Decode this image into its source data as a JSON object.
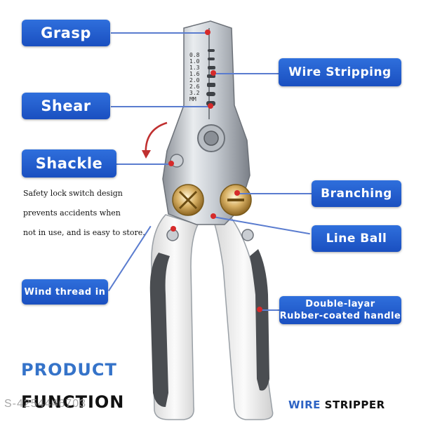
{
  "labels": {
    "grasp": "Grasp",
    "wire_stripping": "Wire Stripping",
    "shear": "Shear",
    "shackle": "Shackle",
    "branching": "Branching",
    "line_ball": "Line Ball",
    "wind_thread": "Wind thread in",
    "handle_line1": "Double-layar",
    "handle_line2": "Rubber-coated handle"
  },
  "gauge_marks": [
    "0.8",
    "1.0",
    "1.3",
    "1.6",
    "2.0",
    "2.6",
    "3.2",
    "MM"
  ],
  "safety_note": [
    "Safety lock switch design",
    "prevents accidents when",
    "not in use, and is easy to store."
  ],
  "footer": {
    "product": "PRODUCT",
    "function": "FUNCTION",
    "brand_part1": "WIRE",
    "brand_part2": "STRIPPER",
    "watermark": "S-4254446703"
  },
  "colors": {
    "label_blue": "#1f57c9",
    "leader_dot": "#d62a2a",
    "product_text": "#3573c9"
  }
}
